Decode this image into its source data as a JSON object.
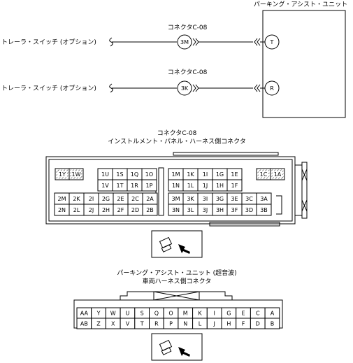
{
  "unit_label": "パーキング・アシスト・ユニット",
  "circuits": [
    {
      "connector_label": "コネクタC-08",
      "device_label": "トレーラ・スイッチ (オプション)",
      "connector_pin": "3M",
      "unit_pin": "T"
    },
    {
      "connector_label": "コネクタC-08",
      "device_label": "トレーラ・スイッチ (オプション)",
      "connector_pin": "3K",
      "unit_pin": "R"
    }
  ],
  "connector1": {
    "title_line1": "コネクタC-08",
    "title_line2": "インストルメント・パネル・ハーネス側コネクタ",
    "left_top_pins": [
      "1Y",
      "1W"
    ],
    "left_mid_row1": [
      "1U",
      "1S",
      "1Q",
      "1O"
    ],
    "left_mid_row2": [
      "1V",
      "1T",
      "1R",
      "1P"
    ],
    "left_bottom_row1": [
      "2M",
      "2K",
      "2I",
      "2G",
      "2E",
      "2C",
      "2A"
    ],
    "left_bottom_row2": [
      "2N",
      "2L",
      "2J",
      "2H",
      "2F",
      "2D",
      "2B"
    ],
    "right_top_row1": [
      "1M",
      "1K",
      "1I",
      "1G",
      "1E"
    ],
    "right_top_row2": [
      "1N",
      "1L",
      "1J",
      "1H",
      "1F"
    ],
    "right_top_pins": [
      "1C",
      "1A"
    ],
    "right_bottom_row1": [
      "3M",
      "3K",
      "3I",
      "3G",
      "3E",
      "3C",
      "3A"
    ],
    "right_bottom_row2": [
      "3N",
      "3L",
      "3J",
      "3H",
      "3F",
      "3D",
      "3B"
    ]
  },
  "connector2": {
    "title_line1": "パーキング・アシスト・ユニット (超音波)",
    "title_line2": "車両ハーネス側コネクタ",
    "row1": [
      "AA",
      "Y",
      "W",
      "U",
      "S",
      "Q",
      "O",
      "M",
      "K",
      "I",
      "G",
      "E",
      "C",
      "A"
    ],
    "row2": [
      "AB",
      "Z",
      "X",
      "V",
      "T",
      "R",
      "P",
      "N",
      "L",
      "J",
      "H",
      "F",
      "D",
      "B"
    ]
  },
  "icons": [
    "plug-view-icon",
    "plug-view-icon"
  ]
}
